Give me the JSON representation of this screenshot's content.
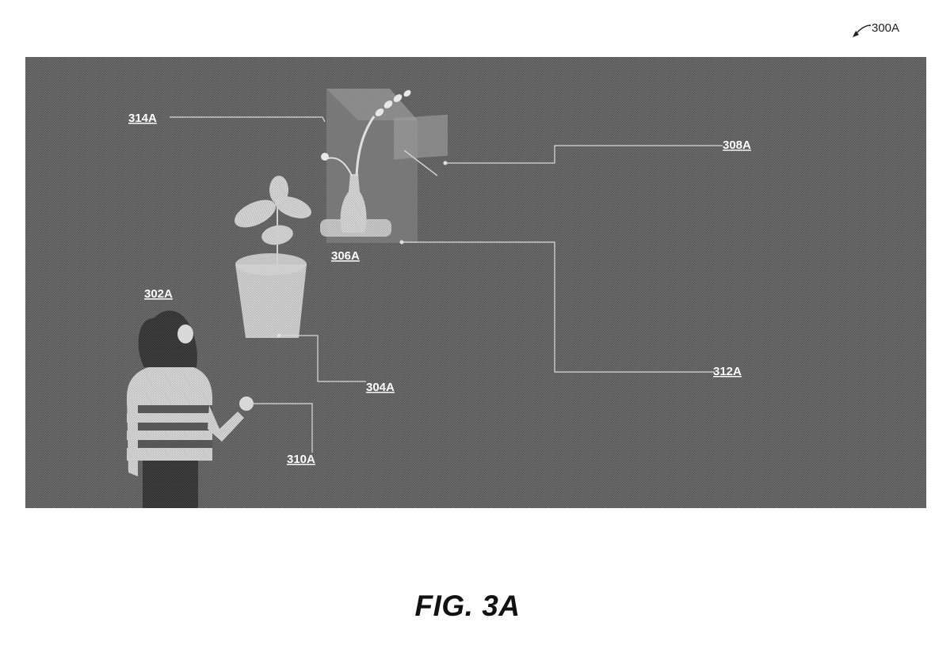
{
  "figure": {
    "id_label": "300A",
    "caption": "FIG. 3A"
  },
  "callouts": {
    "c314": "314A",
    "c308": "308A",
    "c306": "306A",
    "c302": "302A",
    "c304": "304A",
    "c312": "312A",
    "c310": "310A"
  },
  "colors": {
    "background": "#5f5f5f",
    "foreground": "#dcdcdc",
    "page": "#ffffff"
  }
}
